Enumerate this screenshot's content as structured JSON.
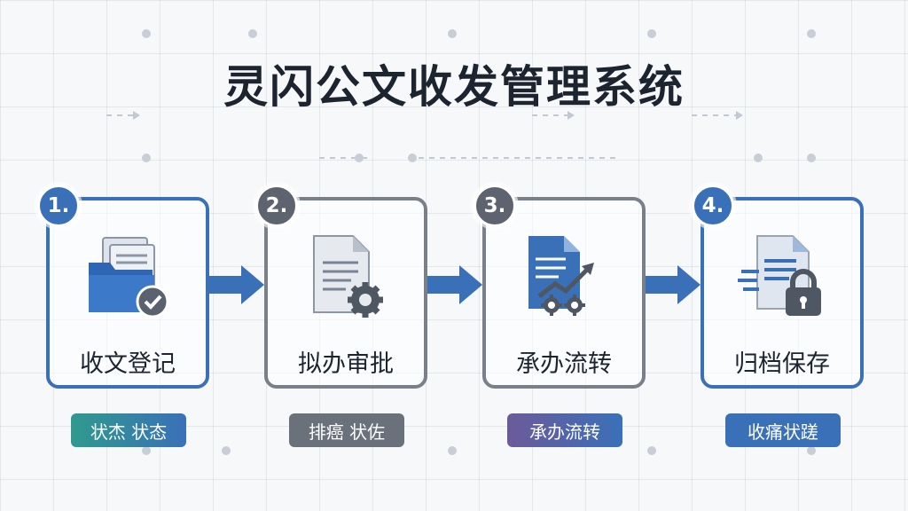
{
  "title": "灵闪公文收发管理系统",
  "steps": [
    {
      "number": "1.",
      "label": "收文登记",
      "badge": "状杰 状态",
      "badge_color": "#2e8b8e",
      "theme": "blue"
    },
    {
      "number": "2.",
      "label": "拟办审批",
      "badge": "排癌 状佐",
      "badge_color": "#6b717b",
      "theme": "gray"
    },
    {
      "number": "3.",
      "label": "承办流转",
      "badge": "承办流转",
      "badge_color": "#5a6a98",
      "theme": "gray"
    },
    {
      "number": "4.",
      "label": "归档保存",
      "badge": "收痛状蹉",
      "badge_color": "#3a70b8",
      "theme": "blue"
    }
  ],
  "icons": [
    "folder-check-icon",
    "document-gear-icon",
    "document-chart-gear-icon",
    "document-lock-icon"
  ],
  "colors": {
    "primary_blue": "#3a70b8",
    "gray": "#5d6470",
    "title": "#1c2430"
  }
}
